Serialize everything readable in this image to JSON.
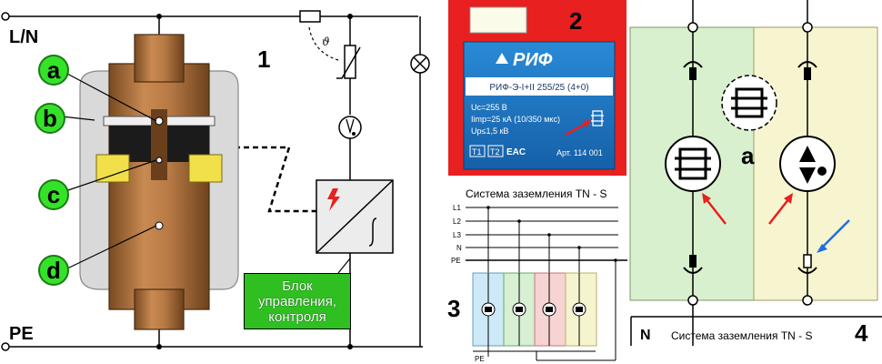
{
  "panel1": {
    "number": "1",
    "line_label": "L/N",
    "pe_label": "PE",
    "theta": "ϑ",
    "parts": [
      "a",
      "b",
      "c",
      "d"
    ],
    "control_block": "Блок\nуправления,\nконтроля"
  },
  "panel2": {
    "number": "2",
    "brand": "РИФ",
    "model": "РИФ-Э-I+II 255/25 (4+0)",
    "specs": [
      "Uc=255 B",
      "Iimp=25 кА (10/350 мкс)",
      "Up≤1,5 кВ"
    ],
    "class_badges": [
      "T1",
      "T2"
    ],
    "cert": "EAC",
    "article": "Арт. 114 001"
  },
  "panel3": {
    "number": "3",
    "title": "Система заземления  TN - S",
    "lines": [
      "L1",
      "L2",
      "L3",
      "N",
      "PE"
    ],
    "bottom_label": "PE",
    "module_colors": [
      "#cde9f7",
      "#d7efd3",
      "#f7d3d3",
      "#f6f3cf"
    ]
  },
  "panel4": {
    "number": "4",
    "n_label": "N",
    "title": "Система заземления  TN - S",
    "part_label": "a",
    "colors": {
      "green": "#d8f0cd",
      "yellow": "#f7f5d0"
    }
  },
  "colors": {
    "badge": "#35e22a",
    "red_panel": "#e8201f",
    "blue_plate": "#1a76c6"
  }
}
